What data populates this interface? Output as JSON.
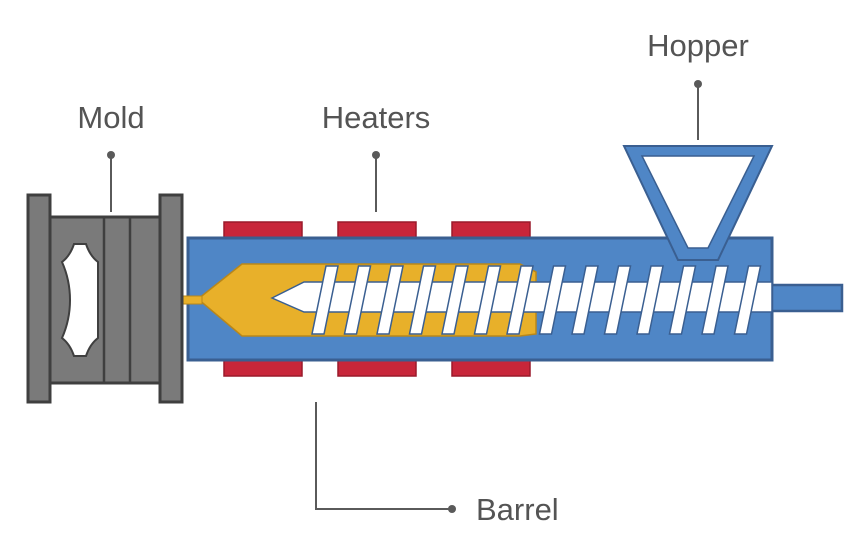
{
  "labels": {
    "mold": "Mold",
    "heaters": "Heaters",
    "hopper": "Hopper",
    "barrel": "Barrel"
  },
  "colors": {
    "barrel": "#4f86c6",
    "barrel_edge": "#3a5f91",
    "screw": "#ffffff",
    "melt": "#e8b02a",
    "heater": "#c8263a",
    "mold": "#7a7a7a",
    "mold_edge": "#3f3f3f",
    "leader": "#5a5a5a",
    "text": "#545454"
  }
}
